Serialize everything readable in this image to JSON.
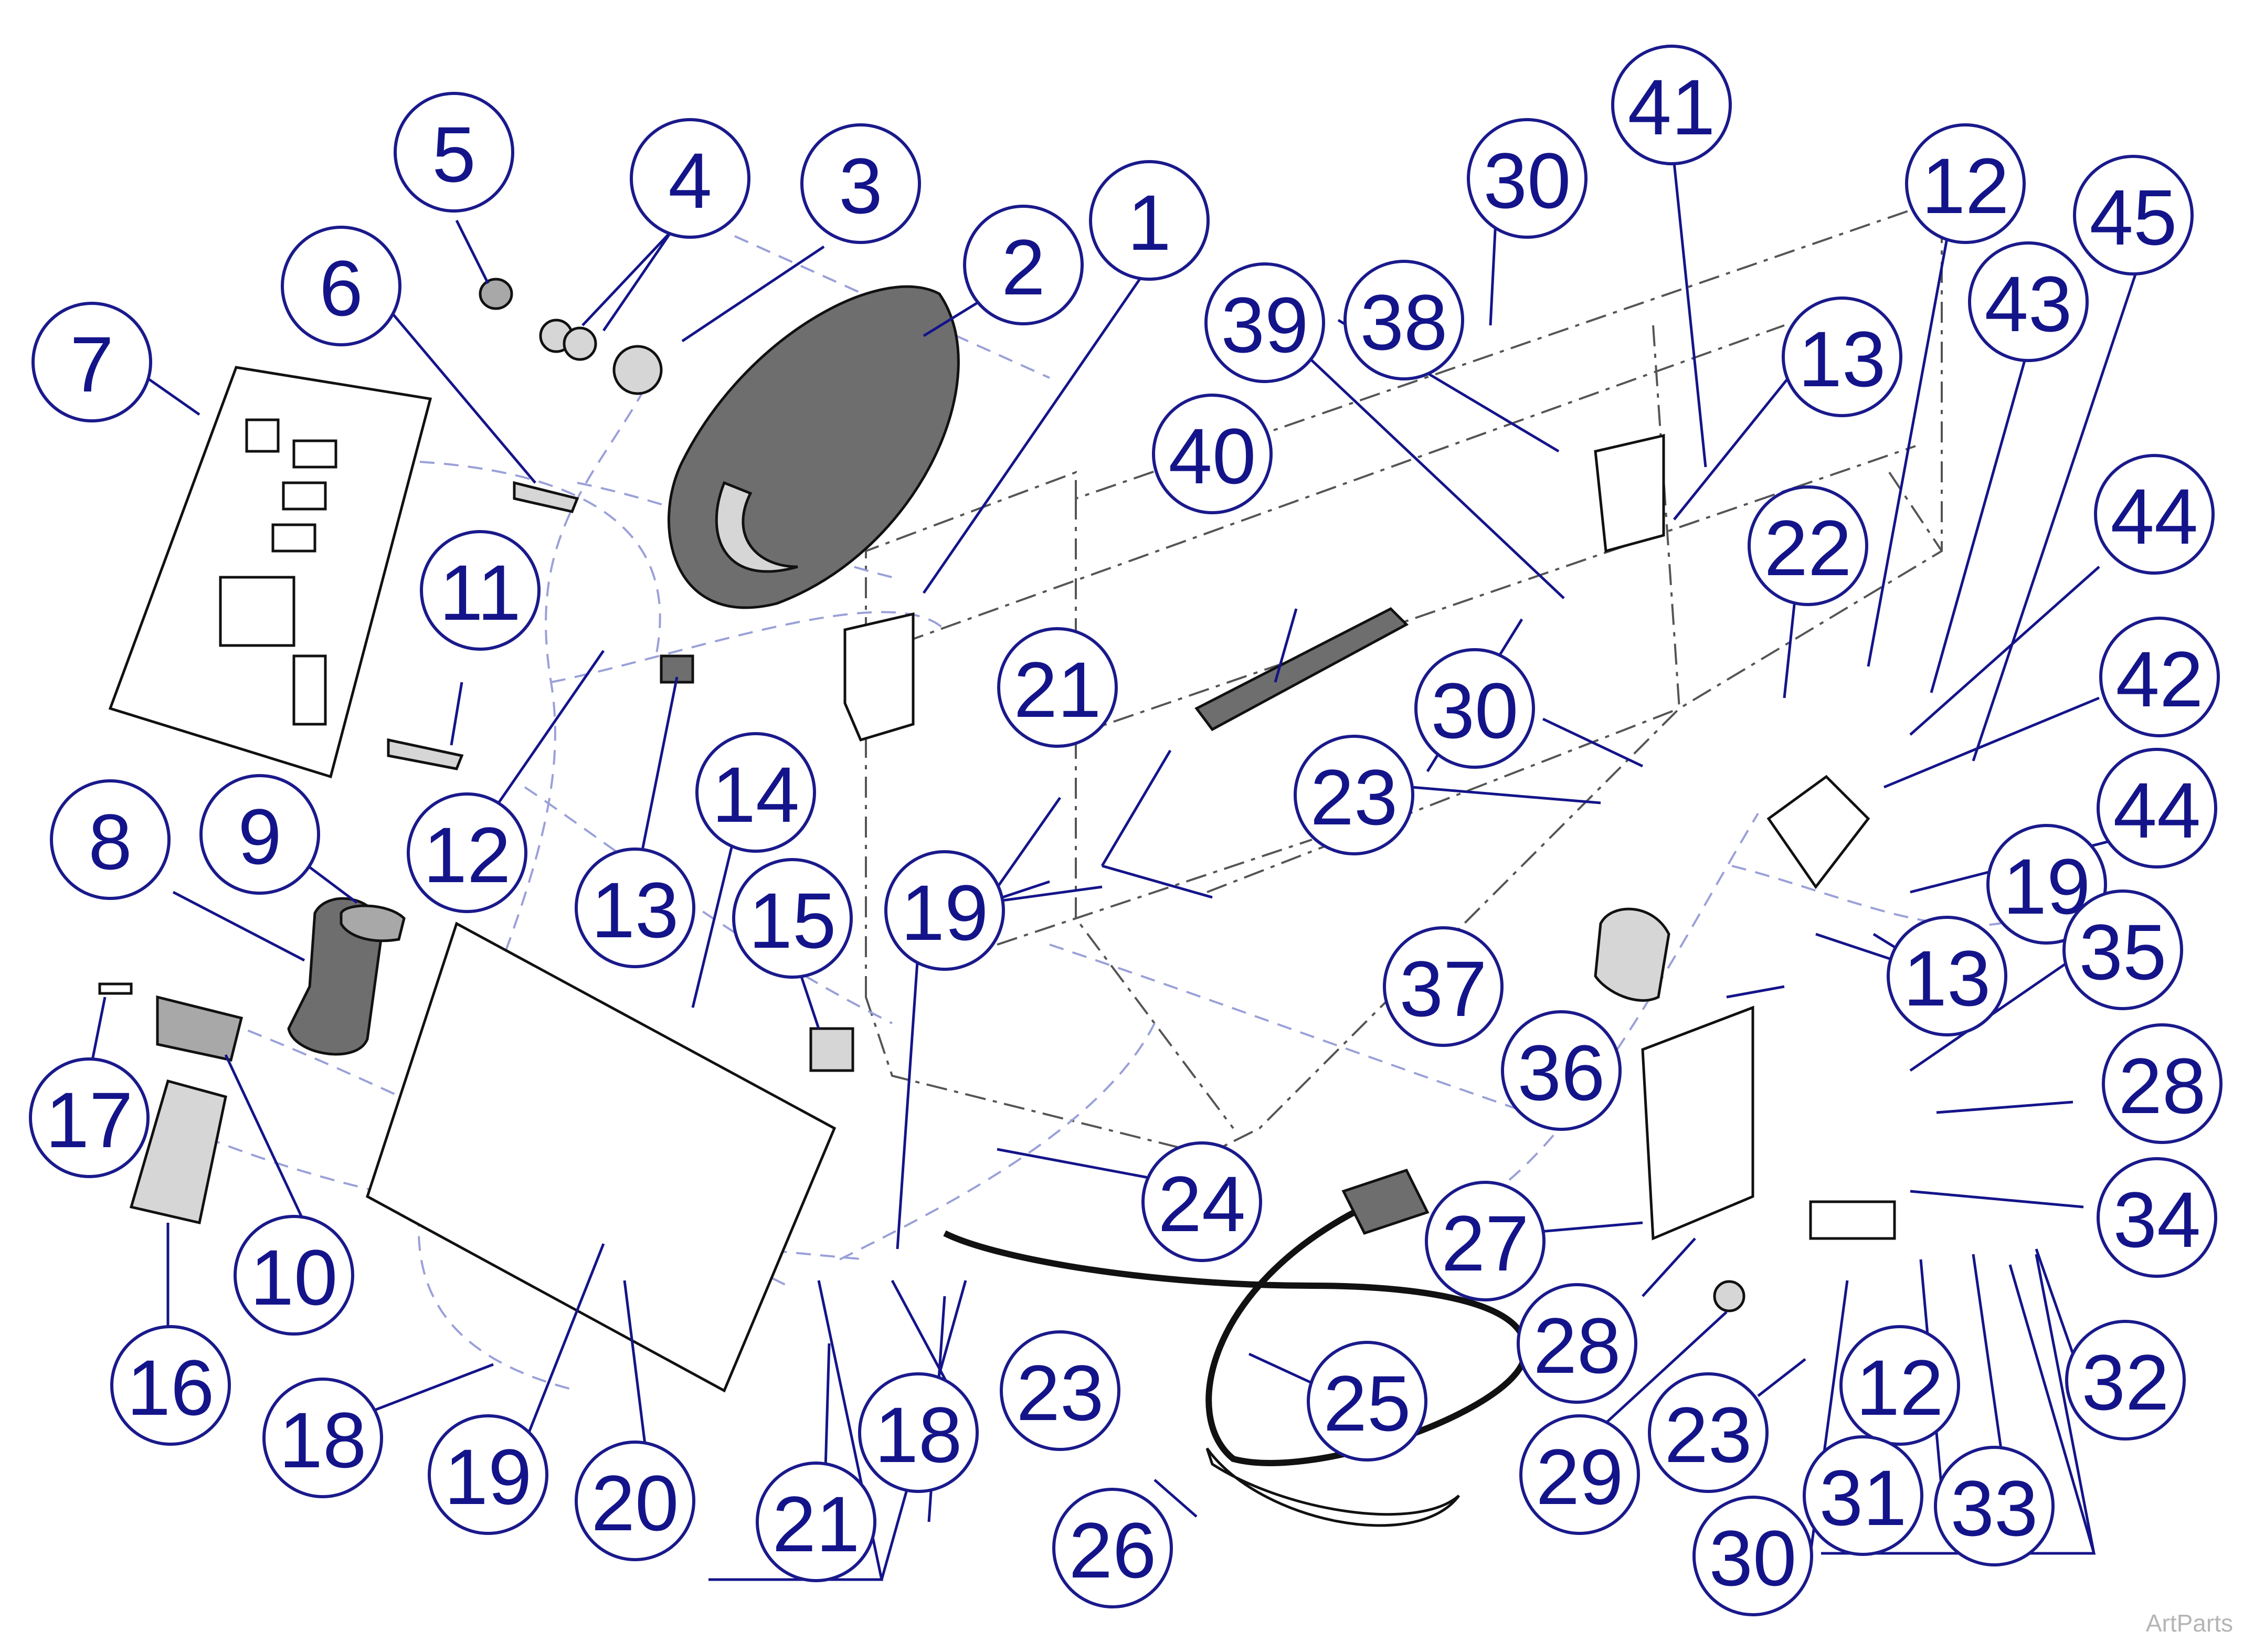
{
  "diagram": {
    "watermark": "ArtParts",
    "callouts": [
      {
        "id": "c1",
        "label": "1"
      },
      {
        "id": "c2",
        "label": "2"
      },
      {
        "id": "c3",
        "label": "3"
      },
      {
        "id": "c4",
        "label": "4"
      },
      {
        "id": "c5",
        "label": "5"
      },
      {
        "id": "c6",
        "label": "6"
      },
      {
        "id": "c7",
        "label": "7"
      },
      {
        "id": "c8",
        "label": "8"
      },
      {
        "id": "c9",
        "label": "9"
      },
      {
        "id": "c10",
        "label": "10"
      },
      {
        "id": "c11",
        "label": "11"
      },
      {
        "id": "c12a",
        "label": "12"
      },
      {
        "id": "c12b",
        "label": "12"
      },
      {
        "id": "c12c",
        "label": "12"
      },
      {
        "id": "c13a",
        "label": "13"
      },
      {
        "id": "c13b",
        "label": "13"
      },
      {
        "id": "c13c",
        "label": "13"
      },
      {
        "id": "c14",
        "label": "14"
      },
      {
        "id": "c15",
        "label": "15"
      },
      {
        "id": "c16",
        "label": "16"
      },
      {
        "id": "c17",
        "label": "17"
      },
      {
        "id": "c18a",
        "label": "18"
      },
      {
        "id": "c18b",
        "label": "18"
      },
      {
        "id": "c19a",
        "label": "19"
      },
      {
        "id": "c19b",
        "label": "19"
      },
      {
        "id": "c19c",
        "label": "19"
      },
      {
        "id": "c20",
        "label": "20"
      },
      {
        "id": "c21a",
        "label": "21"
      },
      {
        "id": "c21b",
        "label": "21"
      },
      {
        "id": "c22",
        "label": "22"
      },
      {
        "id": "c23a",
        "label": "23"
      },
      {
        "id": "c23b",
        "label": "23"
      },
      {
        "id": "c23c",
        "label": "23"
      },
      {
        "id": "c24",
        "label": "24"
      },
      {
        "id": "c25",
        "label": "25"
      },
      {
        "id": "c26",
        "label": "26"
      },
      {
        "id": "c27",
        "label": "27"
      },
      {
        "id": "c28a",
        "label": "28"
      },
      {
        "id": "c28b",
        "label": "28"
      },
      {
        "id": "c29",
        "label": "29"
      },
      {
        "id": "c30a",
        "label": "30"
      },
      {
        "id": "c30b",
        "label": "30"
      },
      {
        "id": "c30c",
        "label": "30"
      },
      {
        "id": "c31",
        "label": "31"
      },
      {
        "id": "c32",
        "label": "32"
      },
      {
        "id": "c33",
        "label": "33"
      },
      {
        "id": "c34",
        "label": "34"
      },
      {
        "id": "c35",
        "label": "35"
      },
      {
        "id": "c36",
        "label": "36"
      },
      {
        "id": "c37",
        "label": "37"
      },
      {
        "id": "c38",
        "label": "38"
      },
      {
        "id": "c39",
        "label": "39"
      },
      {
        "id": "c40",
        "label": "40"
      },
      {
        "id": "c41",
        "label": "41"
      },
      {
        "id": "c42",
        "label": "42"
      },
      {
        "id": "c43",
        "label": "43"
      },
      {
        "id": "c44a",
        "label": "44"
      },
      {
        "id": "c44b",
        "label": "44"
      },
      {
        "id": "c45",
        "label": "45"
      }
    ]
  }
}
